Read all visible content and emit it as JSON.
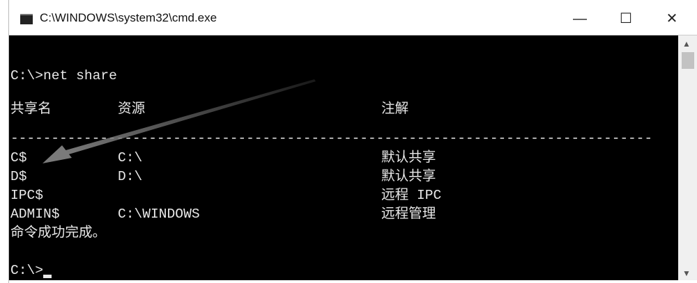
{
  "window": {
    "title": "C:\\WINDOWS\\system32\\cmd.exe",
    "icon": "cmd-icon",
    "minimize": "—",
    "maximize": "☐",
    "close": "✕"
  },
  "console": {
    "command": "C:\\>net share",
    "headers": {
      "name": "共享名",
      "resource": "资源",
      "remark": "注解"
    },
    "divider": "-------------------------------------------------------------------------------",
    "rows": [
      {
        "name": "C$",
        "resource": "C:\\",
        "remark": "默认共享"
      },
      {
        "name": "D$",
        "resource": "D:\\",
        "remark": "默认共享"
      },
      {
        "name": "IPC$",
        "resource": "",
        "remark": "远程 IPC"
      },
      {
        "name": "ADMIN$",
        "resource": "C:\\WINDOWS",
        "remark": "远程管理"
      }
    ],
    "status": "命令成功完成。",
    "prompt": "C:\\>"
  },
  "annotation": {
    "arrow_color": "#7a7a7a"
  },
  "scrollbar": {
    "up": "▲",
    "down": "▼"
  }
}
